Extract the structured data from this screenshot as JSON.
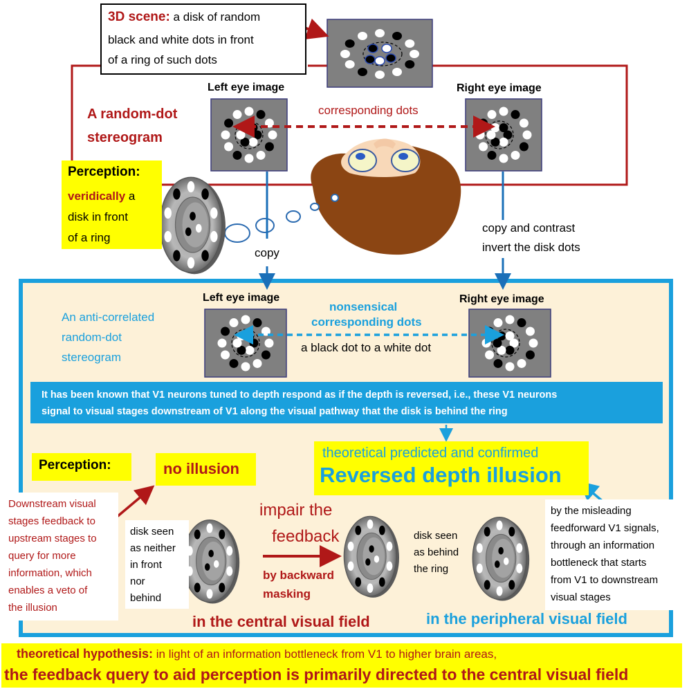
{
  "colors": {
    "dark_red": "#b01818",
    "blue": "#1aa0dd",
    "panel_blue": "#1aa0dd",
    "cream": "#fdf1d8",
    "yellow": "#ffff00",
    "gray": "#7f7f7f",
    "brown": "#8b4513"
  },
  "scene": {
    "title": "3D scene:",
    "desc_line1": "a disk of random",
    "desc_line2": "black and white dots in front",
    "desc_line3": "of a ring of such dots"
  },
  "rds": {
    "label_line1": "A random-dot",
    "label_line2": "stereogram",
    "left_eye": "Left eye image",
    "right_eye": "Right eye image",
    "corresponding": "corresponding dots"
  },
  "perception_top": {
    "title": "Perception:",
    "highlight": "veridically",
    "line1_rest": " a",
    "line2": "disk in front",
    "line3": "of a ring"
  },
  "copy_label": "copy",
  "invert_line1": "copy and contrast",
  "invert_line2": "invert the disk dots",
  "anti": {
    "label_line1": "An anti-correlated",
    "label_line2": "random-dot",
    "label_line3": "stereogram",
    "left_eye": "Left eye image",
    "right_eye": "Right eye image",
    "nonsense_line1": "nonsensical",
    "nonsense_line2": "corresponding dots",
    "black_white": "a black dot to a white dot"
  },
  "v1_note": {
    "line1": "It has been known that V1 neurons  tuned  to depth respond as if the depth is reversed, i.e., these V1 neurons",
    "line2": "signal to visual stages downstream of V1 along the visual pathway that  the  disk is behind  the  ring"
  },
  "predicted": {
    "line1": "theoretical predicted and confirmed",
    "line2": "Reversed depth illusion"
  },
  "perception_bottom": {
    "title": "Perception:",
    "no_illusion": "no illusion"
  },
  "feedback_note": {
    "line1": "Downstream visual",
    "line2": "stages feedback to",
    "line3": "upstream stages to",
    "line4": "query for more",
    "line5": "information, which",
    "line6": "enables a veto of",
    "line7": "the illusion"
  },
  "neither": {
    "line1": "disk seen",
    "line2": "as neither",
    "line3": "in front",
    "line4": "nor",
    "line5": "behind"
  },
  "impair": {
    "line1": "impair the",
    "line2": "feedback",
    "by_line1": "by backward",
    "by_line2": "masking"
  },
  "behind": {
    "line1": "disk seen",
    "line2": "as behind",
    "line3": "the ring"
  },
  "misleading": {
    "line1": "by the misleading",
    "line2": "feedforward V1 signals,",
    "line3": "through an information",
    "line4": "bottleneck that starts",
    "line5": "from V1 to downstream",
    "line6": "visual stages"
  },
  "central_field": "in the central visual field",
  "peripheral_field": "in the peripheral visual field",
  "hypothesis": {
    "title": "theoretical hypothesis:",
    "rest": " in light of an information bottleneck from V1 to higher brain areas,",
    "conclusion": "the feedback query to aid perception is primarily directed to the central visual field"
  }
}
